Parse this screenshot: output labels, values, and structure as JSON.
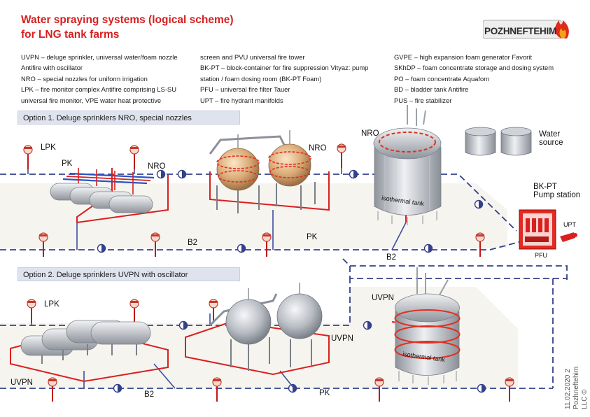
{
  "title": {
    "line1": "Water spraying systems (logical scheme)",
    "line2": "for LNG tank farms"
  },
  "logo": {
    "text": "POZHNEFTEHIM",
    "icon": "flame-icon"
  },
  "legend": {
    "col1": [
      "UVPN – deluge sprinkler, universal water/foam nozzle",
      "Antifire with oscillator",
      "NRO – special nozzles for uniform irrigation",
      "LPK – fire monitor complex Antifire comprising LS-SU",
      "universal fire monitor, VPE water heat protective"
    ],
    "col2": [
      "screen and PVU universal fire tower",
      "BK-PT – block-container for fire suppression Vityaz: pump",
      "station / foam dosing room (BK-PT Foam)",
      "PFU – universal fire filter Tauer",
      "UPT – fire hydrant manifolds"
    ],
    "col3": [
      "GVPE – high expansion foam generator Favorit",
      "SKhDP – foam concentrate storage and dosing system",
      "PO – foam concentrate Aquafom",
      "BD – bladder tank Antifire",
      "PUS – fire stabilizer"
    ]
  },
  "options": {
    "option1": "Option 1. Deluge sprinklers NRO, special nozzles",
    "option2": "Option 2. Deluge sprinklers UVPN with oscillator"
  },
  "labels": {
    "lpk": "LPK",
    "pk": "PK",
    "nro": "NRO",
    "b2": "B2",
    "uvpn": "UVPN",
    "water_line1": "Water",
    "water_line2": "source",
    "bkpt_line1": "BK-PT",
    "bkpt_line2": "Pump station",
    "upt": "UPT",
    "pfu": "PFU",
    "tank_text": "isothermal tank"
  },
  "footer": {
    "date": "11.02.2020 2",
    "company_line1": "Pozhneftehim",
    "company_line2": "LLC ©"
  },
  "colors": {
    "title_red": "#d62020",
    "pipe_red": "#d92020",
    "dash_blue": "#33408a",
    "option_bg": "#dfe3ee",
    "metal": "#b9bdc4"
  }
}
